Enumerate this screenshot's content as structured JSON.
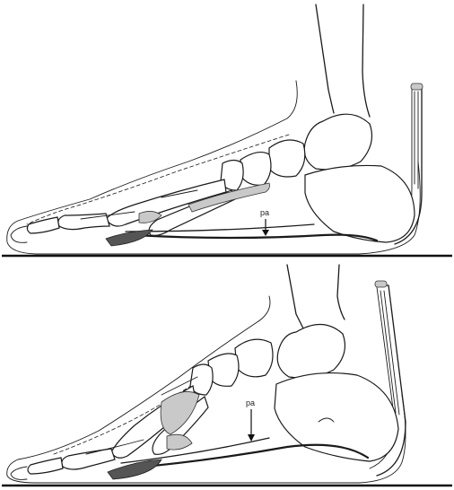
{
  "figure": {
    "panels": [
      {
        "id": "top",
        "label": "pa"
      },
      {
        "id": "bottom",
        "label": "pa"
      }
    ]
  }
}
